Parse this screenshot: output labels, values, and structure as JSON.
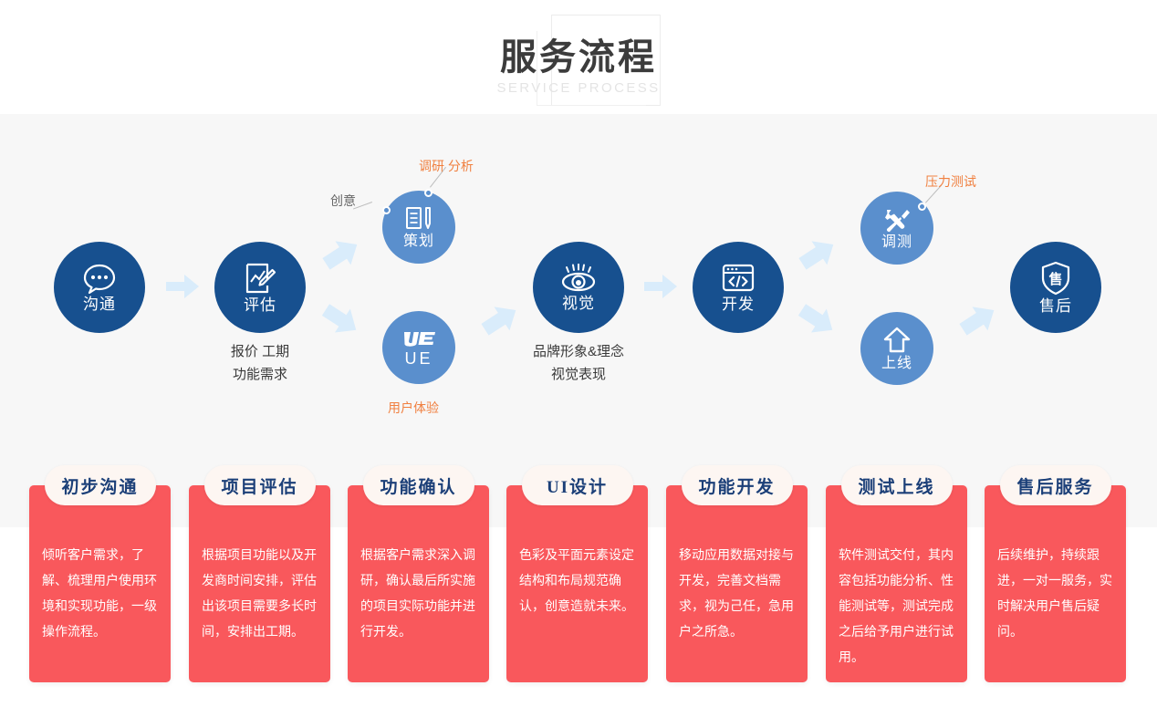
{
  "header": {
    "title": "服务流程",
    "subtitle": "SERVICE PROCESS"
  },
  "colors": {
    "dark_blue": "#17508f",
    "light_blue": "#5a8fcd",
    "arrow_blue": "#d9ecfb",
    "card_red": "#f9585c",
    "tab_cream": "#fdf6f2",
    "tab_text": "#1b3f78",
    "annotation_orange": "#f08040",
    "annotation_gray": "#666666",
    "band_gray": "#f7f7f7"
  },
  "flow": {
    "nodes": [
      {
        "id": "communicate",
        "label": "沟通",
        "icon": "chat-bubble-icon",
        "tone": "dark",
        "caption": ""
      },
      {
        "id": "evaluate",
        "label": "评估",
        "icon": "document-edit-icon",
        "tone": "dark",
        "caption": "报价 工期\n功能需求"
      },
      {
        "id": "planning",
        "label": "策划",
        "icon": "plan-pencil-icon",
        "tone": "light",
        "caption": ""
      },
      {
        "id": "ue",
        "label": "UE",
        "icon": "ue-logo-icon",
        "tone": "light",
        "caption": ""
      },
      {
        "id": "visual",
        "label": "视觉",
        "icon": "eye-icon",
        "tone": "dark",
        "caption": "品牌形象&理念\n视觉表现"
      },
      {
        "id": "develop",
        "label": "开发",
        "icon": "code-window-icon",
        "tone": "dark",
        "caption": ""
      },
      {
        "id": "testing",
        "label": "调测",
        "icon": "tools-icon",
        "tone": "light",
        "caption": ""
      },
      {
        "id": "launch",
        "label": "上线",
        "icon": "upload-arrow-icon",
        "tone": "light",
        "caption": ""
      },
      {
        "id": "aftersales",
        "label": "售后",
        "icon": "shield-sale-icon",
        "tone": "dark",
        "caption": ""
      }
    ],
    "annotations": [
      {
        "id": "creative",
        "text": "创意",
        "tone": "gray"
      },
      {
        "id": "research",
        "text": "调研 分析",
        "tone": "orange"
      },
      {
        "id": "user-exp",
        "text": "用户体验",
        "tone": "orange"
      },
      {
        "id": "stress-test",
        "text": "压力测试",
        "tone": "orange"
      }
    ]
  },
  "cards": [
    {
      "title": "初步沟通",
      "body": "倾听客户需求，了解、梳理用户使用环境和实现功能，一级操作流程。"
    },
    {
      "title": "项目评估",
      "body": "根据项目功能以及开发商时间安排，评估出该项目需要多长时间，安排出工期。"
    },
    {
      "title": "功能确认",
      "body": "根据客户需求深入调研，确认最后所实施的项目实际功能并进行开发。"
    },
    {
      "title": "UI设计",
      "body": "色彩及平面元素设定结构和布局规范确认，创意造就未来。"
    },
    {
      "title": "功能开发",
      "body": "移动应用数据对接与开发，完善文档需求，视为己任，急用户之所急。"
    },
    {
      "title": "测试上线",
      "body": "软件测试交付，其内容包括功能分析、性能测试等，测试完成之后给予用户进行试用。"
    },
    {
      "title": "售后服务",
      "body": "后续维护，持续跟进，一对一服务，实时解决用户售后疑问。"
    }
  ]
}
